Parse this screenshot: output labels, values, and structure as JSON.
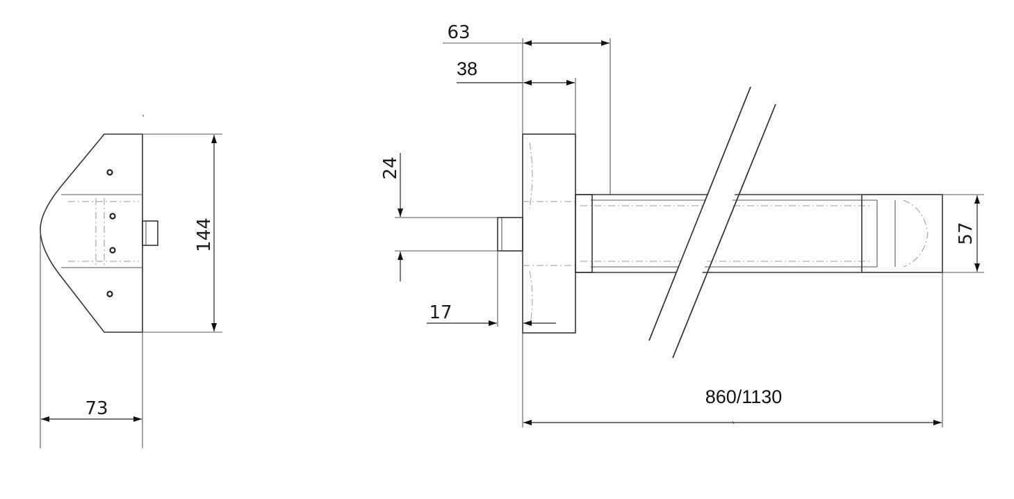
{
  "drawing": {
    "colors": {
      "line": "#333333",
      "dimension": "#222222",
      "background": "#ffffff"
    },
    "side_view": {
      "dim_height": "144",
      "dim_depth": "73"
    },
    "front_view": {
      "dim_overall_depth": "63",
      "dim_housing_depth": "38",
      "dim_spindle_height": "24",
      "dim_spindle_offset": "17",
      "dim_bar_height": "57",
      "dim_bar_length": "860/1130"
    }
  }
}
